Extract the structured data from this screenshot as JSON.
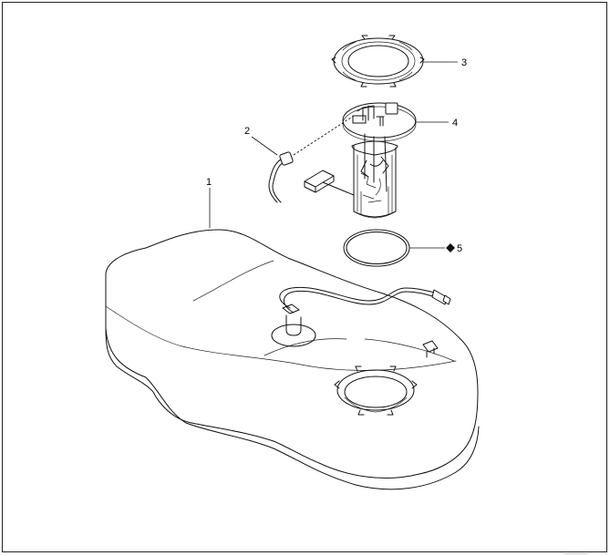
{
  "callouts": {
    "fuel_tank": "1",
    "wiring_harness": "2",
    "lock_ring": "3",
    "fuel_pump_module": "4",
    "seal_ring": "5"
  },
  "symbols": {
    "seal_ring_marker": "diamond-icon"
  },
  "footer": {
    "reference_code": "—————"
  }
}
